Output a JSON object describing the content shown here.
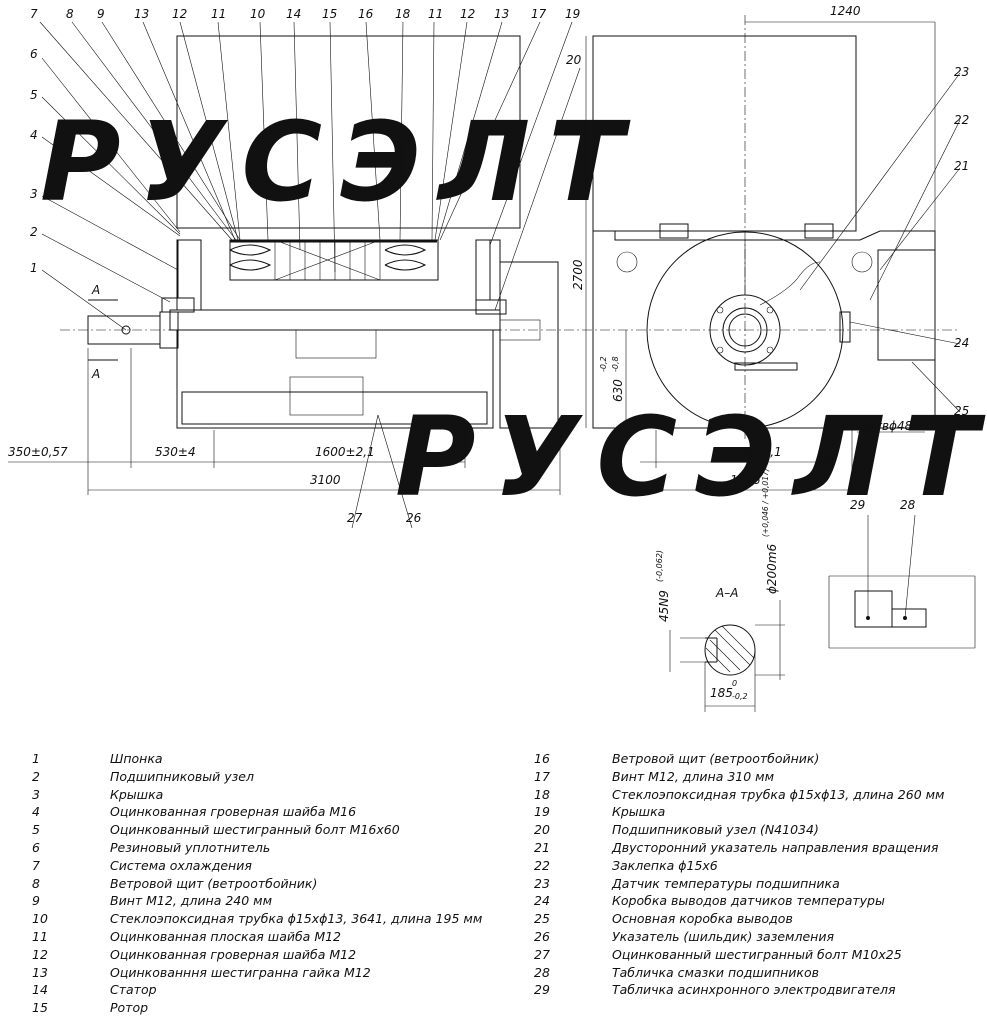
{
  "watermark": "РУСЭЛТ",
  "callouts_top": [
    "7",
    "8",
    "9",
    "13",
    "12",
    "11",
    "10",
    "14",
    "15",
    "16",
    "18",
    "11",
    "12",
    "13",
    "17",
    "19"
  ],
  "callouts_left": [
    "6",
    "5",
    "4",
    "3",
    "2",
    "1"
  ],
  "callouts_right": [
    "20",
    "23",
    "22",
    "21",
    "24",
    "25"
  ],
  "dimensions": {
    "d1240": "1240",
    "d2700": "2700",
    "d630": "630",
    "d630_tol_upper": "-0,2",
    "d630_tol_lower": "-0,8",
    "d350": "350±0,57",
    "d530": "530±4",
    "d1600": "1600±2,1",
    "d3100": "3100",
    "d1120": "1120±2,1",
    "d1356": "1356",
    "holes": "4отвϕ48",
    "keyway": "45N9",
    "keyway_tol": "(-0,062)",
    "shaft": "ϕ200m6",
    "shaft_tol": "(+0,046 / +0,017)",
    "d185": "185",
    "d185_tol_upper": "0",
    "d185_tol_lower": "-0,2"
  },
  "section_label_a": "A",
  "section_title": "A–A",
  "bottom_callouts": [
    "27",
    "26",
    "29",
    "28"
  ],
  "parts_left": [
    {
      "num": "1",
      "desc": "Шпонка"
    },
    {
      "num": "2",
      "desc": "Подшипниковый узел"
    },
    {
      "num": "3",
      "desc": "Крышка"
    },
    {
      "num": "4",
      "desc": "Оцинкованная гроверная шайба М16"
    },
    {
      "num": "5",
      "desc": "Оцинкованный шестигранный болт М16х60"
    },
    {
      "num": "6",
      "desc": "Резиновый уплотнитель"
    },
    {
      "num": "7",
      "desc": "Система охлаждения"
    },
    {
      "num": "8",
      "desc": "Ветровой щит (ветроотбойник)"
    },
    {
      "num": "9",
      "desc": "Винт М12, длина 240 мм"
    },
    {
      "num": "10",
      "desc": "Стеклоэпоксидная трубка ϕ15хϕ13, 3641, длина 195 мм"
    },
    {
      "num": "11",
      "desc": "Оцинкованная плоская шайба М12"
    },
    {
      "num": "12",
      "desc": "Оцинкованная гроверная шайба М12"
    },
    {
      "num": "13",
      "desc": "Оцинкованння шестигранна гайка М12"
    },
    {
      "num": "14",
      "desc": "Статор"
    },
    {
      "num": "15",
      "desc": "Ротор"
    }
  ],
  "parts_right": [
    {
      "num": "16",
      "desc": "Ветровой щит (ветроотбойник)"
    },
    {
      "num": "17",
      "desc": "Винт М12, длина 310 мм"
    },
    {
      "num": "18",
      "desc": "Стеклоэпоксидная трубка ϕ15хϕ13, длина 260 мм"
    },
    {
      "num": "19",
      "desc": "Крышка"
    },
    {
      "num": "20",
      "desc": "Подшипниковый узел (N41034)"
    },
    {
      "num": "21",
      "desc": "Двусторонний указатель направления вращения"
    },
    {
      "num": "22",
      "desc": "Заклепка ϕ15х6"
    },
    {
      "num": "23",
      "desc": "Датчик температуры подшипника"
    },
    {
      "num": "24",
      "desc": "Коробка выводов датчиков температуры"
    },
    {
      "num": "25",
      "desc": "Основная коробка выводов"
    },
    {
      "num": "26",
      "desc": "Указатель (шильдик) заземления"
    },
    {
      "num": "27",
      "desc": "Оцинкованный шестигранный болт М10х25"
    },
    {
      "num": "28",
      "desc": "Табличка смазки подшипников"
    },
    {
      "num": "29",
      "desc": "Табличка асинхронного электродвигателя"
    }
  ]
}
